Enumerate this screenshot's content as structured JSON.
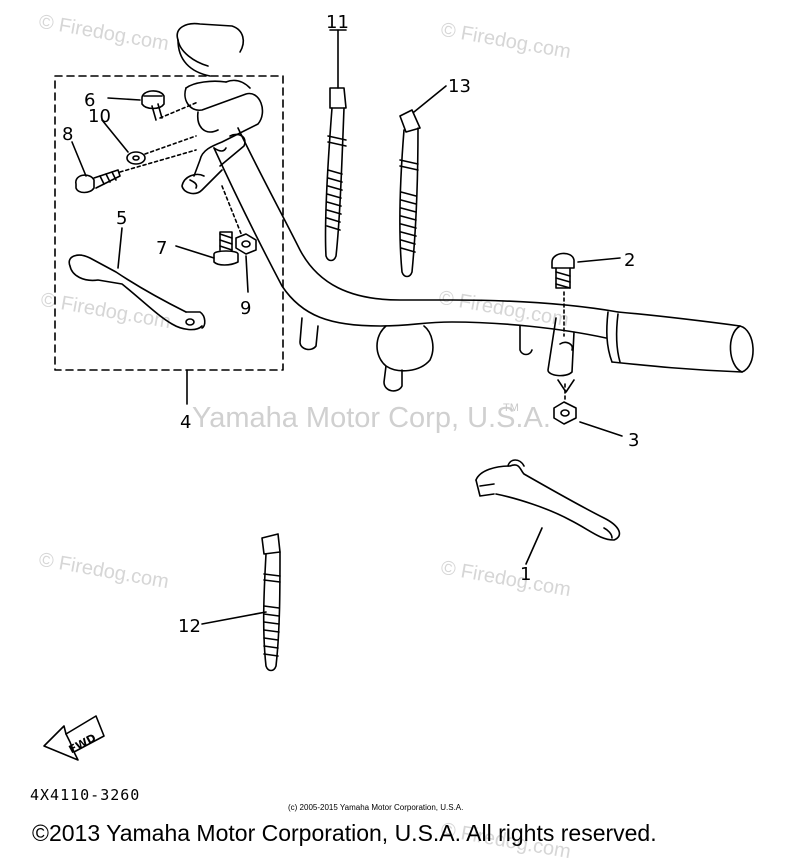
{
  "watermarks": [
    "© Firedog.com",
    "© Firedog.com",
    "© Firedog.com",
    "© Firedog.com",
    "© Firedog.com",
    "© Firedog.com",
    "© Firedog.com"
  ],
  "brand_watermark": "Yamaha Motor Corp, U.S.A.",
  "tm_mark": "TM",
  "callouts": [
    "1",
    "2",
    "3",
    "4",
    "5",
    "6",
    "7",
    "8",
    "9",
    "10",
    "11",
    "12",
    "13"
  ],
  "fwd_label": "FWD",
  "part_number": "4X4110-3260",
  "copyright_small": "(c) 2005-2015 Yamaha Motor Corporation, U.S.A.",
  "copyright_main": "©2013 Yamaha Motor Corporation, U.S.A. All rights reserved.",
  "colors": {
    "line": "#000000",
    "watermark": "#d6d6d6",
    "background": "#ffffff"
  }
}
